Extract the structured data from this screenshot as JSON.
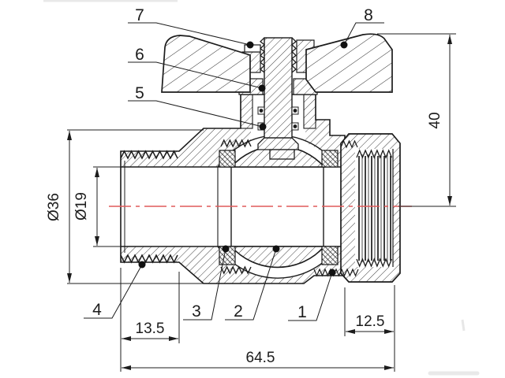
{
  "drawing": {
    "kind": "CAD cross-section technical drawing",
    "subject": "ball valve with butterfly handle, male thread tailpiece and union nut",
    "background_color": "#ffffff",
    "line_color": "#1c1c1c",
    "centerline_color": "#e05a5a",
    "callouts": [
      {
        "number": "1",
        "points_to": "body-to-union-nut-joint"
      },
      {
        "number": "2",
        "points_to": "ball"
      },
      {
        "number": "3",
        "points_to": "seat-seal"
      },
      {
        "number": "4",
        "points_to": "male-threaded-tailpiece"
      },
      {
        "number": "5",
        "points_to": "stem-o-ring"
      },
      {
        "number": "6",
        "points_to": "stem-packing-gland"
      },
      {
        "number": "7",
        "points_to": "stem-top-nut"
      },
      {
        "number": "8",
        "points_to": "handle"
      }
    ],
    "dimensions": {
      "body_outer_diameter": "Ø36",
      "bore_diameter": "Ø19",
      "height_to_handle": "40",
      "male_thread_length": "13.5",
      "union_nut_width": "12.5",
      "overall_length": "64.5"
    }
  }
}
